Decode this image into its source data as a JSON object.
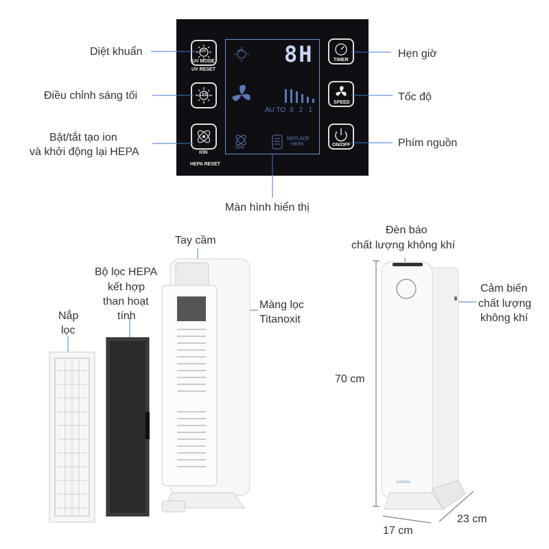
{
  "panel": {
    "left_callouts": {
      "uv": "Diệt khuẩn",
      "light": "Điều chỉnh sáng tối",
      "ion_line1": "Bật/tắt tạo ion",
      "ion_line2": "và khởi động lại HEPA"
    },
    "right_callouts": {
      "timer": "Hẹn giờ",
      "speed": "Tốc độ",
      "power": "Phím nguồn"
    },
    "display_callout": "Màn hình hiển thị",
    "buttons": {
      "uv_badge": "UV",
      "uv_line1": "UV MODE",
      "uv_line2": "UV RESET",
      "led_badge": "LED",
      "ion_line1": "ION",
      "ion_line2": "HEPA RESET",
      "timer": "TIMER",
      "speed": "SPEED",
      "onoff": "ON/OFF"
    },
    "display": {
      "digits": "8H",
      "uv_icon": "UV",
      "speed_levels": "AU TO  3   2   1",
      "ion": "ION",
      "replace_line1": "REPLACE",
      "replace_line2": "HEPA"
    }
  },
  "parts": {
    "handle": "Tay cầm",
    "hepa_line1": "Bộ lọc HEPA",
    "hepa_line2": "kết hợp",
    "hepa_line3": "than hoạt",
    "hepa_line4": "tính",
    "cover_line1": "Nắp",
    "cover_line2": "lọc",
    "titan_line1": "Màng lọc",
    "titan_line2": "Titanoxit"
  },
  "device": {
    "aq_light_line1": "Đèn báo",
    "aq_light_line2": "chất lượng không khí",
    "sensor_line1": "Cảm biến",
    "sensor_line2": "chất lượng",
    "sensor_line3": "không khí",
    "height": "70 cm",
    "width": "17 cm",
    "depth": "23 cm",
    "logo_text": "toshiba"
  },
  "colors": {
    "panel_bg": "#0f0f13",
    "display_blue": "#5a78b8",
    "callout_line": "#3a7bd5"
  }
}
